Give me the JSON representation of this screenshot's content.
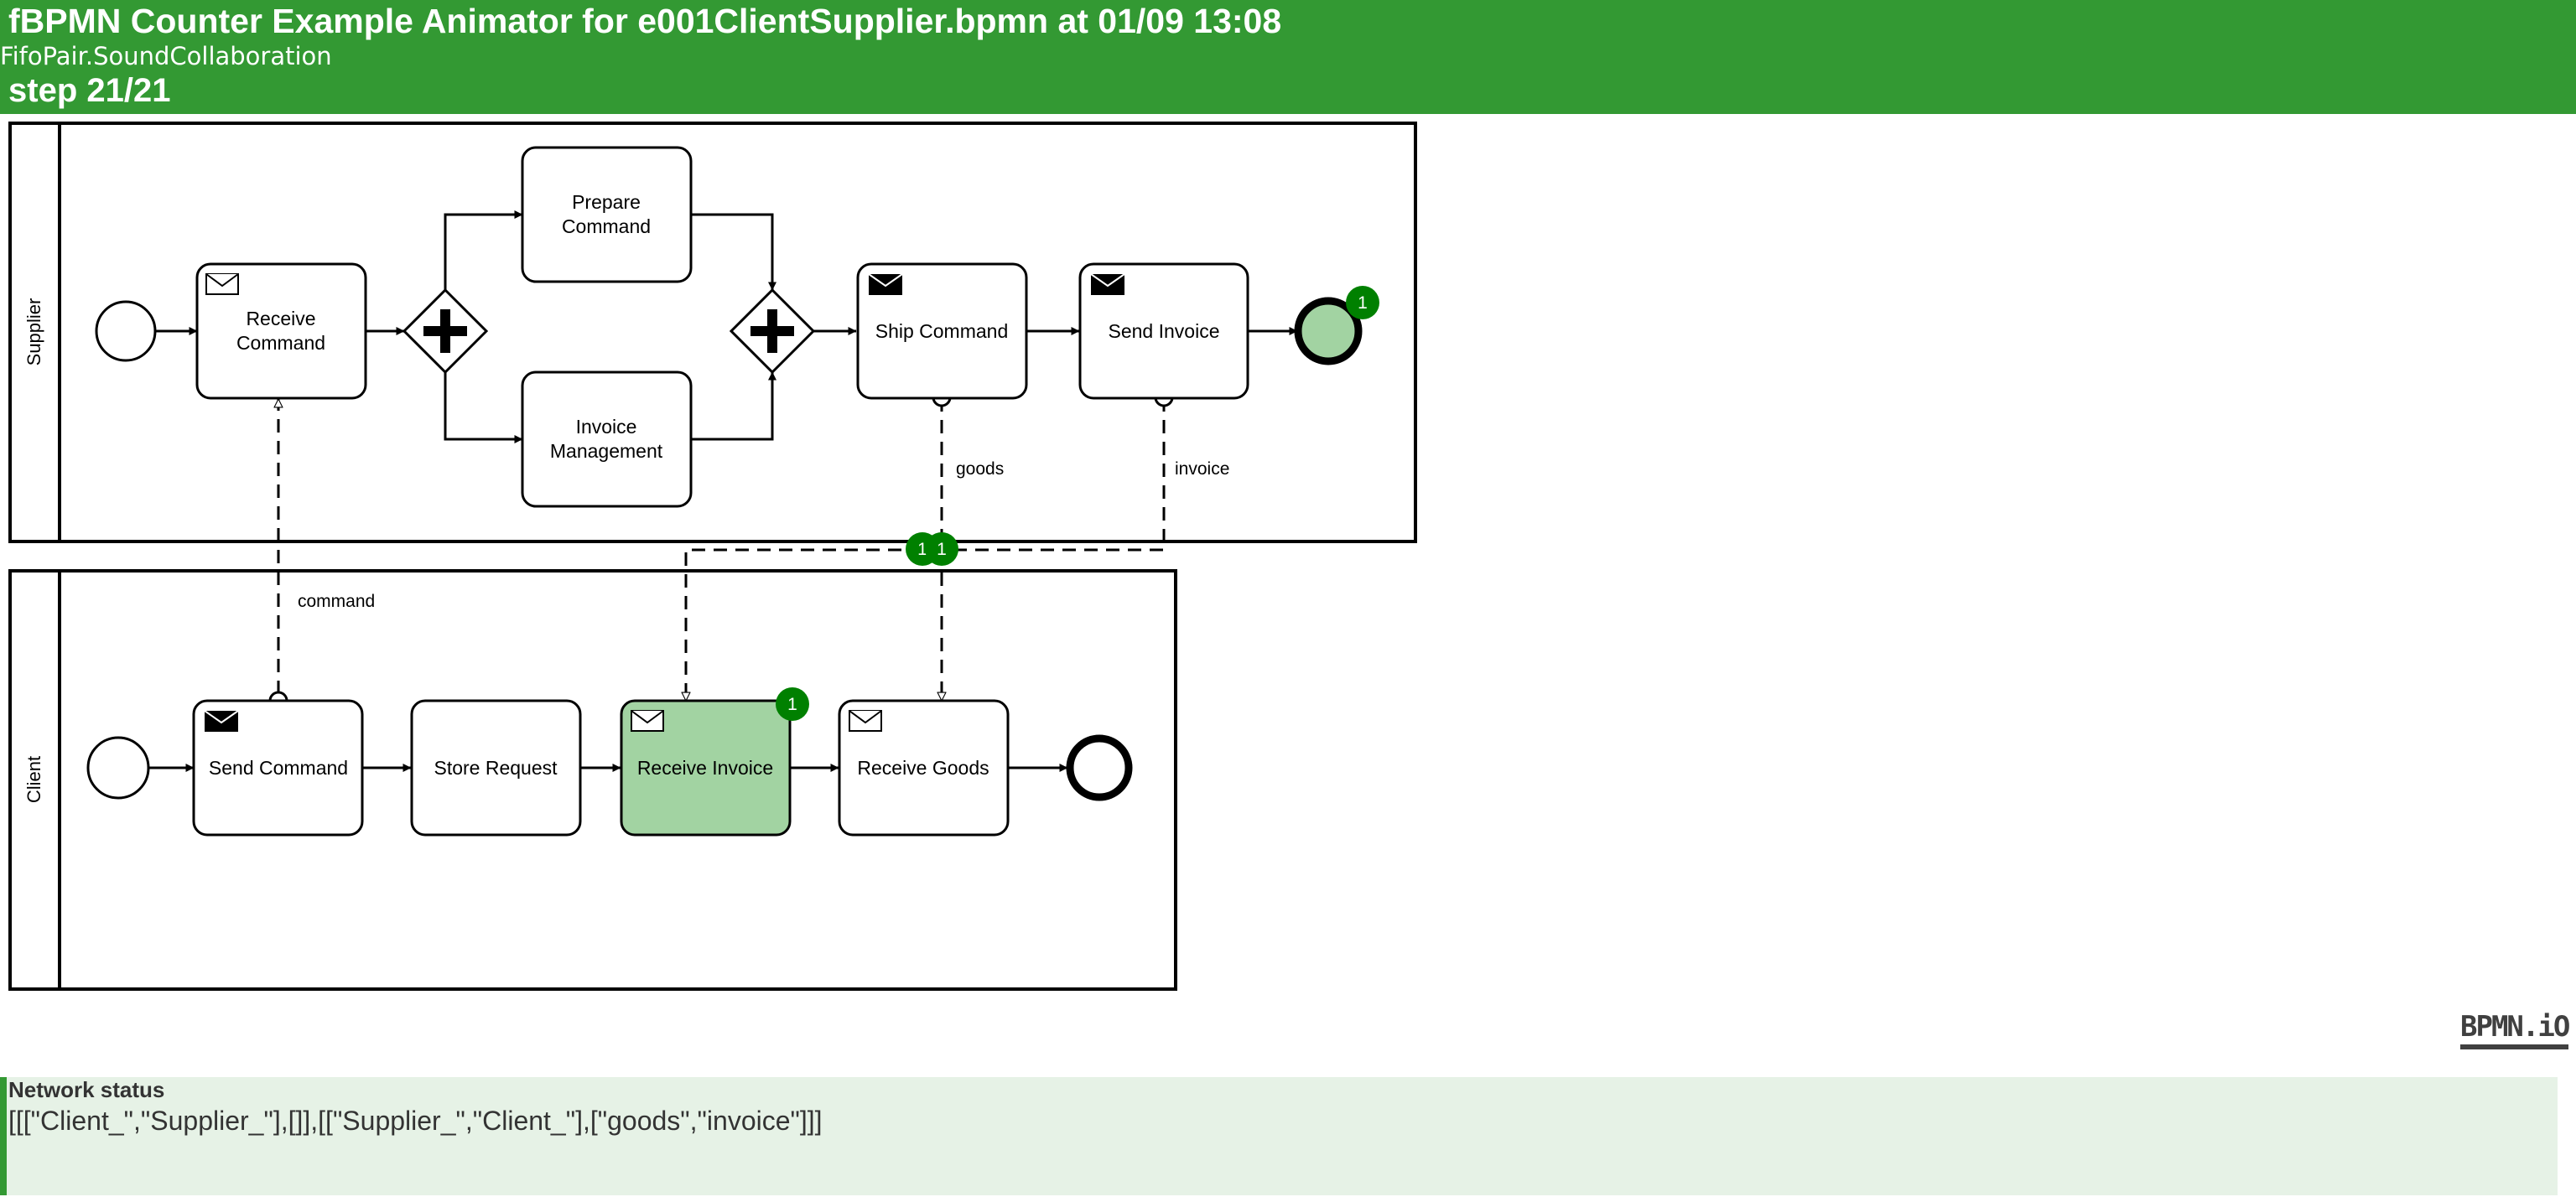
{
  "header": {
    "title": "fBPMN Counter Example Animator for e001ClientSupplier.bpmn at 01/09 13:08",
    "subtitle": "FifoPair.SoundCollaboration",
    "step": "step 21/21"
  },
  "colors": {
    "header_bg": "#339933",
    "active_fill": "#a2d3a2",
    "badge": "#008000",
    "panel_bg": "#e6f2e6"
  },
  "pools": {
    "supplier": {
      "label": "Supplier",
      "tasks": {
        "receive_command": [
          "Receive",
          "Command"
        ],
        "prepare_command": [
          "Prepare",
          "Command"
        ],
        "invoice_management": [
          "Invoice",
          "Management"
        ],
        "ship_command": "Ship Command",
        "send_invoice": "Send Invoice"
      },
      "end_badge": "1"
    },
    "client": {
      "label": "Client",
      "tasks": {
        "send_command": "Send Command",
        "store_request": "Store Request",
        "receive_invoice": "Receive Invoice",
        "receive_goods": "Receive Goods"
      },
      "receive_invoice_badge": "1"
    }
  },
  "message_flows": {
    "command": "command",
    "goods": "goods",
    "invoice": "invoice",
    "goods_badge": "1",
    "invoice_badge": "1"
  },
  "branding": {
    "logo_text": "BPMN.iO"
  },
  "network": {
    "title": "Network status",
    "value": "[[[\"Client_\",\"Supplier_\"],[]],[[\"Supplier_\",\"Client_\"],[\"goods\",\"invoice\"]]]"
  },
  "icons": [
    "envelope-icon",
    "parallel-gateway-icon",
    "start-event-icon",
    "end-event-icon"
  ]
}
